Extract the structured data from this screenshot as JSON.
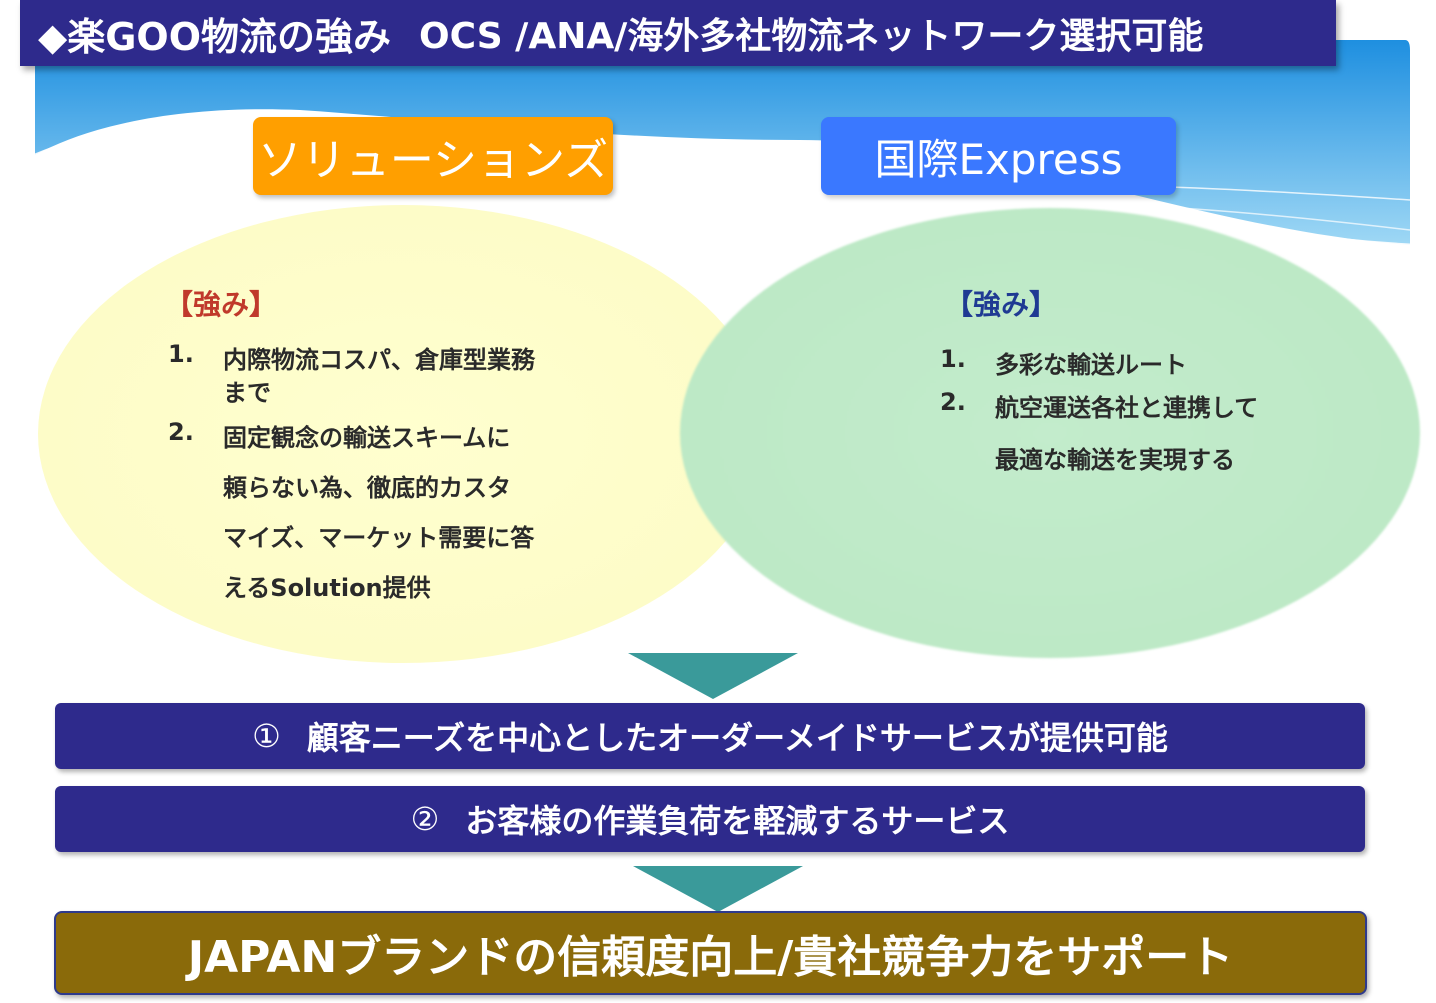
{
  "title": {
    "main": "◆楽GOO物流の強み",
    "sub": "OCS /ANA/海外多社物流ネットワーク選択可能"
  },
  "solutions": {
    "label": "ソリューションズ",
    "strength_heading": "【強み】",
    "items": [
      {
        "num": "1.",
        "lines": [
          "内際物流コスパ、倉庫型業務",
          "まで"
        ]
      },
      {
        "num": "2.",
        "lines": [
          "固定観念の輸送スキームに",
          "頼らない為、徹底的カスタ",
          "マイズ、マーケット需要に答",
          "えるSolution提供"
        ]
      }
    ]
  },
  "express": {
    "label": "国際Express",
    "strength_heading": "【強み】",
    "items": [
      {
        "num": "1.",
        "lines": [
          "多彩な輸送ルート"
        ]
      },
      {
        "num": "2.",
        "lines": [
          "航空運送各社と連携して",
          "最適な輸送を実現する"
        ]
      }
    ]
  },
  "benefits": [
    {
      "marker": "①",
      "text": "顧客ニーズを中心としたオーダーメイドサービスが提供可能"
    },
    {
      "marker": "②",
      "text": "お客様の作業負荷を軽減するサービス"
    }
  ],
  "conclusion": "JAPANブランドの信頼度向上/貴社競争力をサポート",
  "colors": {
    "navy": "#2e2a8c",
    "orange": "#ff9f00",
    "blue": "#3a78ff",
    "yellow_ellipse": "#fdfcc8",
    "green_ellipse": "#bde9c6",
    "teal_arrow": "#3a9a9a",
    "gold_bar": "#8a6a0a",
    "red_heading": "#c0392b",
    "blue_heading": "#1f3a93"
  }
}
